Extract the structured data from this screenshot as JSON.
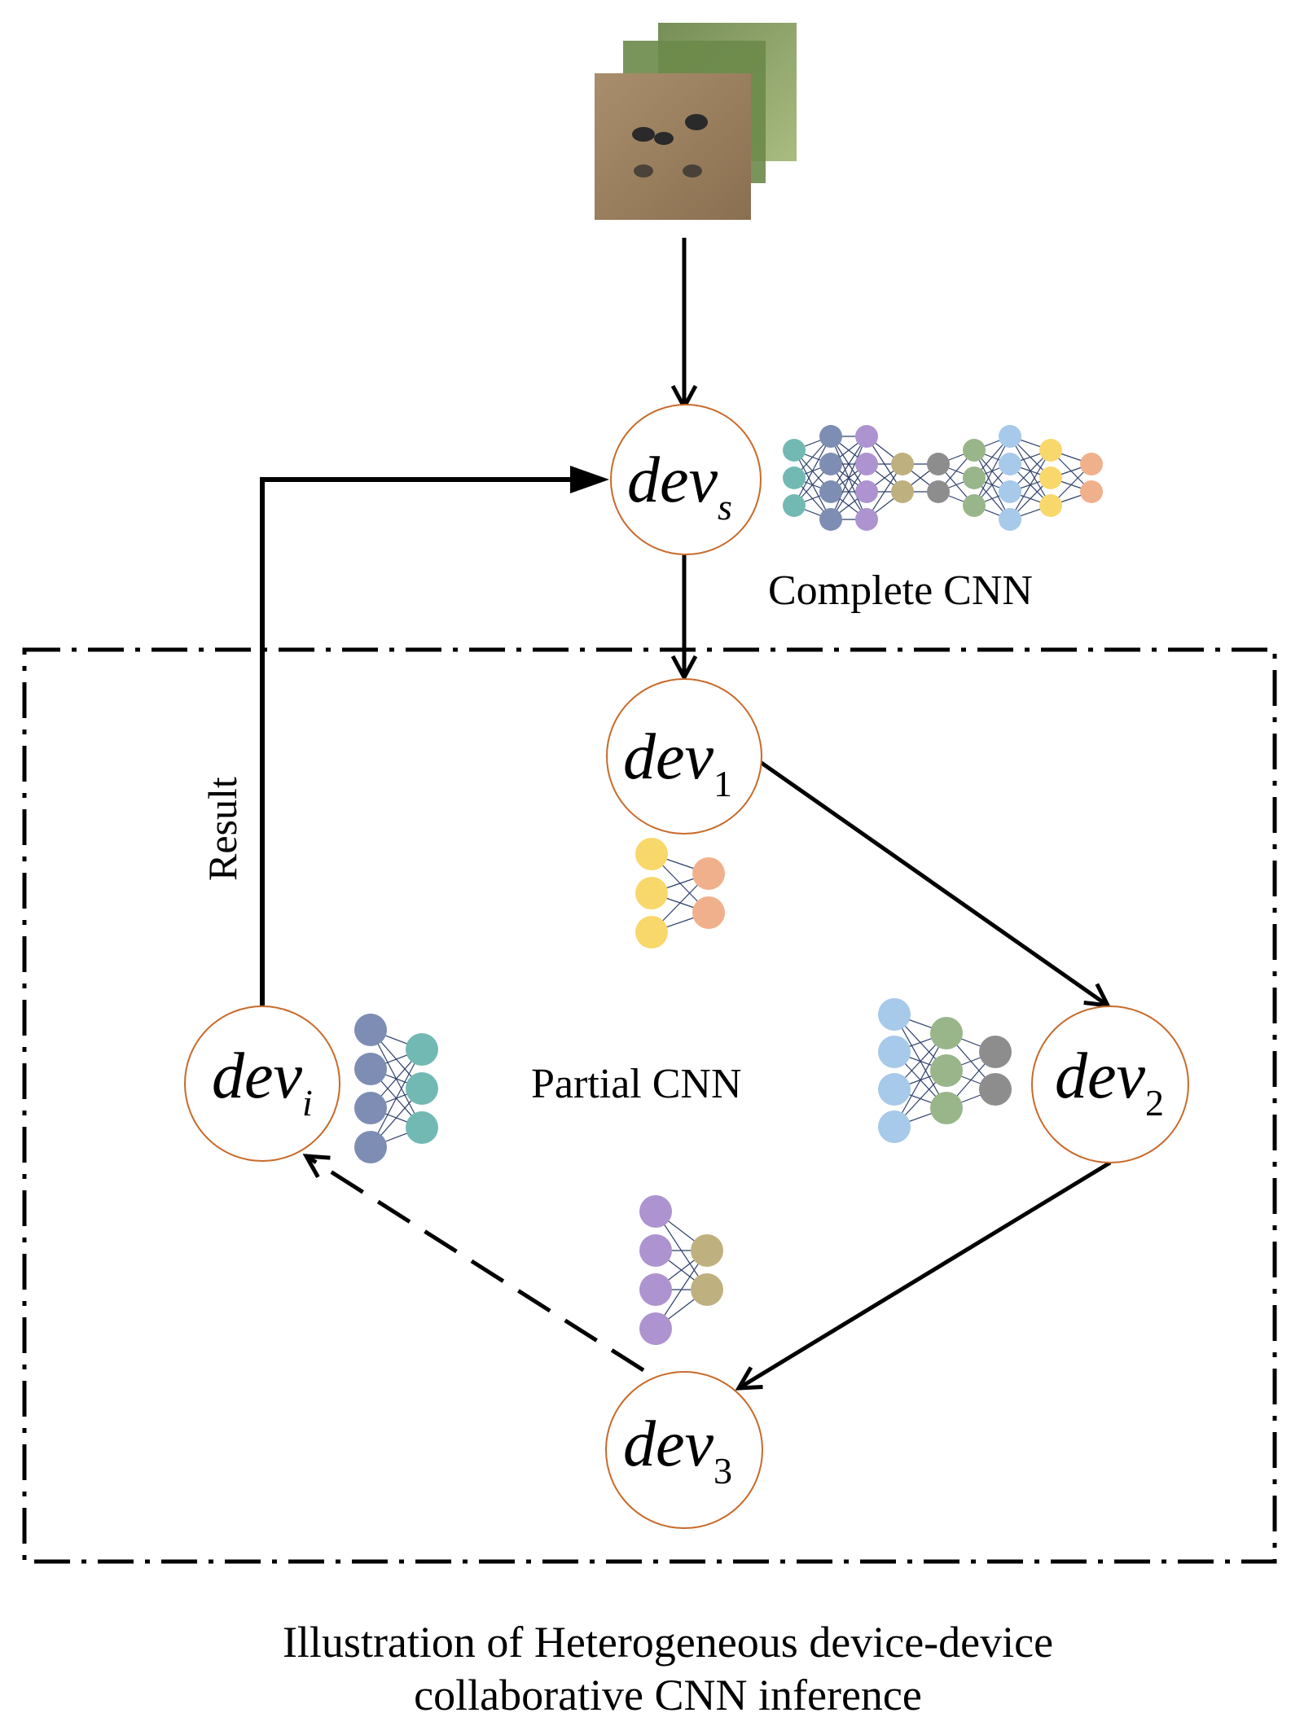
{
  "devices": {
    "source": {
      "base": "dev",
      "sub": "s"
    },
    "d1": {
      "base": "dev",
      "sub": "1"
    },
    "d2": {
      "base": "dev",
      "sub": "2"
    },
    "d3": {
      "base": "dev",
      "sub": "3"
    },
    "di": {
      "base": "dev",
      "sub": "i"
    }
  },
  "labels": {
    "complete_cnn": "Complete CNN",
    "partial_cnn": "Partial CNN",
    "result": "Result"
  },
  "caption": {
    "line1": "Illustration of Heterogeneous device-device",
    "line2": "collaborative CNN inference"
  },
  "colors": {
    "teal": "#73b9b3",
    "slate": "#7d8db3",
    "lavender": "#ad93cf",
    "olive": "#bfb07f",
    "gray": "#8d8d8d",
    "sage": "#99b58a",
    "lightblue": "#a7c9ea",
    "yellow": "#f8d86b",
    "peach": "#f1b08c",
    "node_ring": "#c86a2a"
  }
}
